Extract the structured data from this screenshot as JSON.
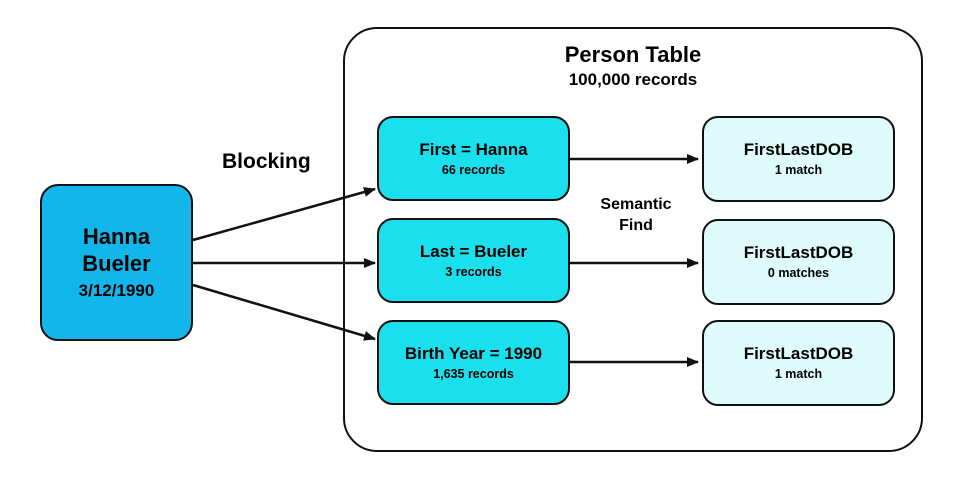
{
  "person_table": {
    "title": "Person Table",
    "subtitle": "100,000 records"
  },
  "person": {
    "first": "Hanna",
    "last": "Bueler",
    "dob": "3/12/1990"
  },
  "labels": {
    "blocking": "Blocking",
    "semantic_find_1": "Semantic",
    "semantic_find_2": "Find"
  },
  "blocks": [
    {
      "criteria": "First = Hanna",
      "count": "66 records"
    },
    {
      "criteria": "Last = Bueler",
      "count": "3 records"
    },
    {
      "criteria": "Birth Year = 1990",
      "count": "1,635 records"
    }
  ],
  "results": [
    {
      "name": "FirstLastDOB",
      "matches": "1 match"
    },
    {
      "name": "FirstLastDOB",
      "matches": "0 matches"
    },
    {
      "name": "FirstLastDOB",
      "matches": "1 match"
    }
  ],
  "colors": {
    "person_fill": "#13b6ea",
    "block_fill": "#1ae0ee",
    "result_fill": "#dffbfb",
    "outline": "#111111"
  }
}
